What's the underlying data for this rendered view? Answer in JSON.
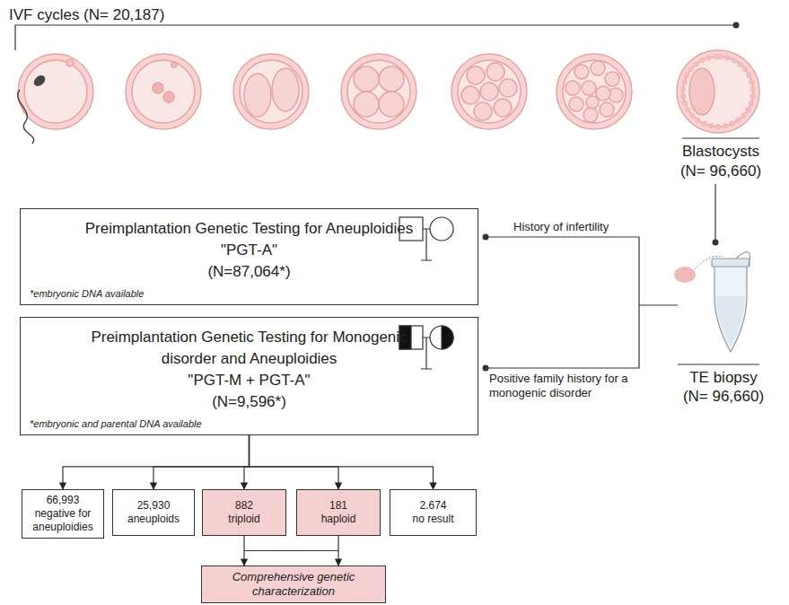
{
  "diagram": {
    "nodes": [
      {
        "text": [
          "Preimplantation Genetic Testing for Aneuploidies",
          "\"PGT-A\"",
          "(N=87,064*)",
          "*embryonic DNA available"
        ]
      },
      {
        "text": [
          "Preimplantation Genetic Testing for Monogenic disorder and Aneuploidies",
          "\"PGT-M + PGT-A\"",
          "(N=9,596*)",
          "*embryonic and parental DNA available"
        ]
      },
      {
        "text": [
          "66,993",
          "negative for aneuploidies"
        ]
      },
      {
        "text": [
          "25,930",
          "aneuploids"
        ]
      },
      {
        "text": [
          "882",
          "triploid"
        ]
      },
      {
        "text": [
          "181",
          "haploid"
        ]
      },
      {
        "text": [
          "2.674",
          "no result"
        ]
      },
      {
        "text": [
          "Comprehensive genetic characterization"
        ]
      }
    ],
    "edges": [
      {
        "from": 1,
        "to": 2,
        "arrow": "to"
      },
      {
        "from": 1,
        "to": 3,
        "arrow": "to"
      },
      {
        "from": 1,
        "to": 4,
        "arrow": "to"
      },
      {
        "from": 1,
        "to": 5,
        "arrow": "to"
      },
      {
        "from": 1,
        "to": 6,
        "arrow": "to"
      },
      {
        "from": 4,
        "to": 7,
        "arrow": "to"
      },
      {
        "from": 5,
        "to": 7,
        "arrow": "to"
      }
    ],
    "labels": [
      "IVF cycles (N= 20,187)",
      "Blastocysts",
      "(N= 96,660)",
      "History of infertility",
      "Positive family history for a monogenic disorder",
      "TE biopsy",
      "(N= 96,660)"
    ]
  }
}
